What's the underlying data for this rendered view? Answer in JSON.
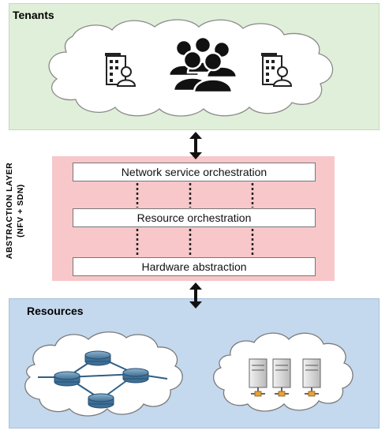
{
  "tenants": {
    "title": "Tenants",
    "icons": [
      "office-building-user-icon",
      "people-group-icon",
      "office-building-user-icon"
    ]
  },
  "abstraction_layer": {
    "side_label_line1": "ABSTRACTION LAYER",
    "side_label_line2": "(NFV + SDN)",
    "layers": [
      "Network service orchestration",
      "Resource orchestration",
      "Hardware abstraction"
    ],
    "fill_color": "#f7c7ca"
  },
  "resources": {
    "title": "Resources",
    "icons": [
      "router-network-icon",
      "server-rack-icon"
    ]
  },
  "colors": {
    "tenants_bg": "#e0efd9",
    "resources_bg": "#c4d8ee",
    "router_blue": "#4b7fa3"
  }
}
